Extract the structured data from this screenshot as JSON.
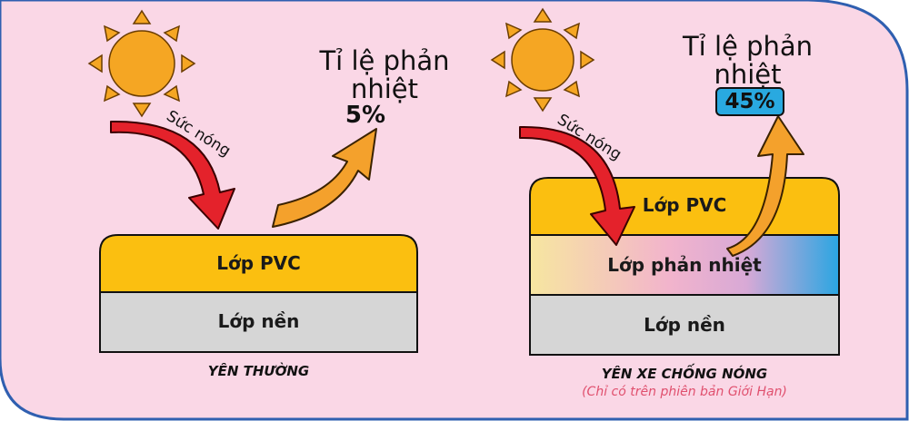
{
  "colors": {
    "background": "#fad7e6",
    "border": "#2f5fb0",
    "pvc": "#fbbf10",
    "base": "#d6d6d6",
    "sun": "#f5a623",
    "heat_arrow": "#e4222b",
    "reflect_arrow": "#f4a12c",
    "badge": "#29a9e0",
    "note": "#e0506e"
  },
  "left_panel": {
    "heat_label": "Sức nóng",
    "ratio_label": "Tỉ lệ phản nhiệt",
    "percent": "5%",
    "layers": [
      "Lớp PVC",
      "Lớp nền"
    ],
    "caption": "YÊN THƯỜNG"
  },
  "right_panel": {
    "heat_label": "Sức nóng",
    "ratio_label": "Tỉ lệ phản nhiệt",
    "percent": "45%",
    "layers": [
      "Lớp PVC",
      "Lớp phản nhiệt",
      "Lớp nền"
    ],
    "caption": "YÊN XE CHỐNG NÓNG",
    "note": "(Chỉ có trên phiên bản Giới Hạn)"
  }
}
